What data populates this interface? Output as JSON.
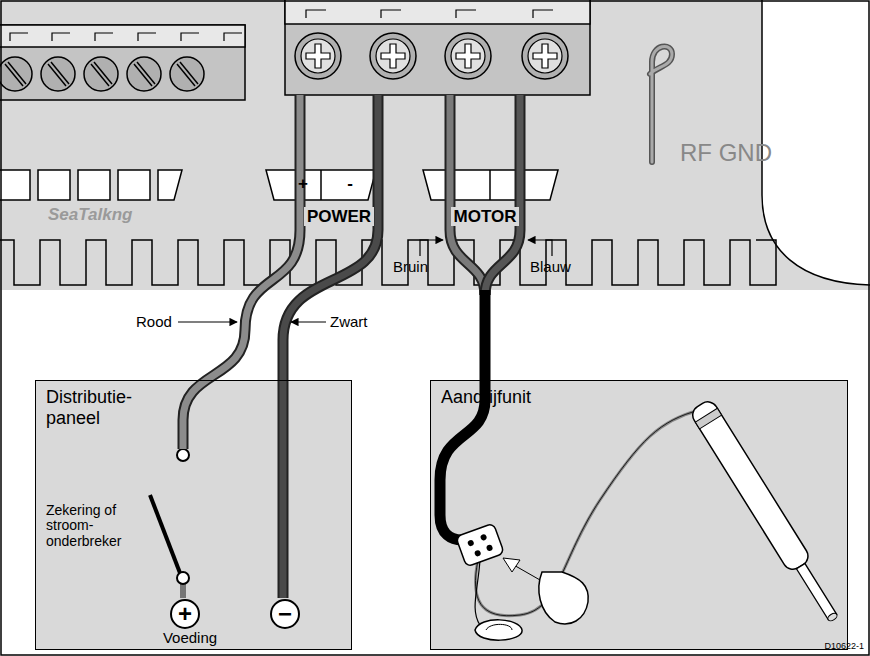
{
  "diagram": {
    "nodes": [
      {
        "text": [
          "Distributie- paneel"
        ]
      },
      {
        "text": [
          "+"
        ],
        "in": 0
      },
      {
        "text": [
          "−"
        ],
        "in": 0
      },
      {
        "text": [
          "Aandrijfunit"
        ]
      }
    ],
    "labels": [
      "SeaTalkng",
      "POWER",
      "MOTOR",
      "+",
      "-",
      "RF GND",
      "Bruin",
      "Blauw",
      "Rood",
      "Zwart",
      "Zekering of stroom- onderbreker",
      "Voeding",
      "D10622-1"
    ]
  }
}
